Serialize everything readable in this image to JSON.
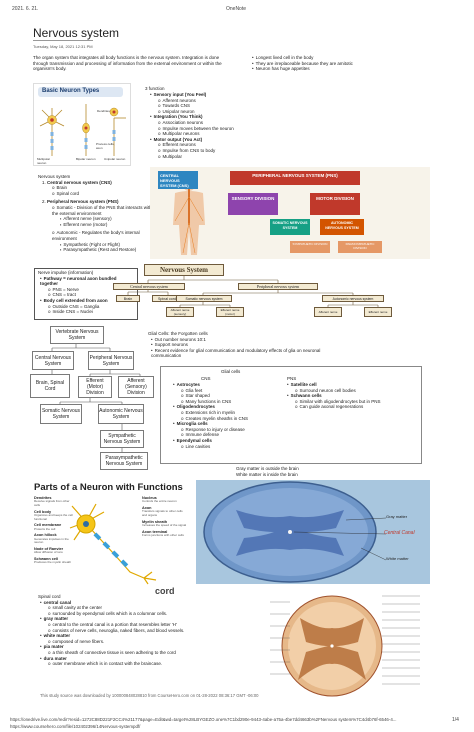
{
  "header": {
    "date": "2021. 6. 21.",
    "app": "OneNote"
  },
  "page": {
    "title": "Nervous system",
    "timestamp": "Tuesday, May 18, 2021    12:31 PM",
    "intro": "The organ system that integrates all body functions is the nervous system. Integration is done through transmission and processing of information from the external environment or within the organism's body.",
    "facts": [
      "Longest lived cell in the body",
      "They are irreplaceable because they are amitotic",
      "Neuron has huge appetites"
    ]
  },
  "neuron_types": {
    "title": "Basic Neuron Types",
    "labels": [
      "Dendrites",
      "Multipolar neuron",
      "Bipolar neuron",
      "Unipolar neuron",
      "Process cells, axon"
    ]
  },
  "function_list": {
    "title": "3 function",
    "items": [
      {
        "level": 1,
        "text": "Sensory input (You Feel)"
      },
      {
        "level": 2,
        "text": "Afferent neurons"
      },
      {
        "level": 2,
        "text": "Towards CNS"
      },
      {
        "level": 2,
        "text": "Unipolar neuron"
      },
      {
        "level": 1,
        "text": "Integration (You Think)"
      },
      {
        "level": 2,
        "text": "Association neurons"
      },
      {
        "level": 2,
        "text": "Impulse moves between the neuron"
      },
      {
        "level": 2,
        "text": "Multipolar neurons"
      },
      {
        "level": 1,
        "text": "Motor output (You Act)"
      },
      {
        "level": 2,
        "text": "Efferent neurons"
      },
      {
        "level": 2,
        "text": "Impulse from CNS to body"
      },
      {
        "level": 2,
        "text": "Multipolar"
      }
    ]
  },
  "ns_outline": {
    "heading": "Nervous system",
    "cns": "Central nervous system (CNS)",
    "cns_items": [
      "Brain",
      "Spinal cord"
    ],
    "pns": "Peripheral Nervous system (PNS)",
    "somatic": "Somatic - Division of the PNS that interacts with the external environment",
    "somatic_items": [
      "Afferent nerve (sensory)",
      "Efferent nerve (motor)"
    ],
    "autonomic": "Autonomic - Regulates the body's internal environment",
    "autonomic_items": [
      "Sympathetic (Fight or Flight)",
      "Parasympathetic (Rest and Restore)"
    ]
  },
  "division_diagram": {
    "central": "CENTRAL NERVOUS SYSTEM (CNS)",
    "peripheral": "PERIPHERAL NERVOUS SYSTEM (PNS)",
    "sensory": "SENSORY DIVISION",
    "motor": "MOTOR DIVISION",
    "somatic": "SOMATIC NERVOUS SYSTEM",
    "autonomic": "AUTONOMIC NERVOUS SYSTEM",
    "sympathetic": "SYMPATHETIC DIVISION",
    "parasympathetic": "PARASYMPATHETIC DIVISION"
  },
  "impulse": {
    "title": "Nerve impulse (information)",
    "items": [
      {
        "level": 1,
        "text": "Pathway = neuronal axon bundled together"
      },
      {
        "level": 2,
        "text": "PNS = Nerve"
      },
      {
        "level": 2,
        "text": "CNS = tract"
      },
      {
        "level": 1,
        "text": "Body cell extended from axon"
      },
      {
        "level": 2,
        "text": "Outside CNS = Ganglia"
      },
      {
        "level": 2,
        "text": "Inside CNS = Nuclei"
      }
    ]
  },
  "ns_chart": {
    "title": "Nervous System",
    "cns": "Central nervous system",
    "pns": "Peripheral nervous system",
    "brain": "Brain",
    "spinal": "Spinal cord",
    "somatic": "Somatic nervous system",
    "autonomic": "Autonomic nervous system",
    "aff1": "Afferent nerve (sensory)",
    "eff1": "Efferent nerve (motor)",
    "aff2": "Afferent nerve",
    "eff2": "Efferent nerve"
  },
  "glial": {
    "title": "Glial Cells: the Forgotten cells",
    "items": [
      "Out number neurons 10:1",
      "Support neurons",
      "Recent evidence for glial communication and modulatory effects of glia on neuronal communication"
    ]
  },
  "vertebrate": {
    "root": "Vertebrate Nervous System",
    "cns": "Central Nervous System",
    "pns": "Peripheral Nervous System",
    "brain": "Brain, Spinal Cord",
    "efferent": "Efferent (Motor) Division",
    "afferent": "Afferent (Sensory) Division",
    "somatic": "Somatic Nervous System",
    "autonomic": "Autonomic Nervous System",
    "sympathetic": "Sympathetic Nervous System",
    "parasympathetic": "Parasympathetic Nervous System"
  },
  "glial_cells": {
    "title": "Glial cells",
    "cns_label": "CNS",
    "pns_label": "PNS",
    "cns_items": [
      {
        "level": 1,
        "text": "Astrocytes"
      },
      {
        "level": 2,
        "text": "Glia feet"
      },
      {
        "level": 2,
        "text": "Star shaped"
      },
      {
        "level": 2,
        "text": "Many functions in CNS"
      },
      {
        "level": 1,
        "text": "Oligodendrocytes"
      },
      {
        "level": 2,
        "text": "Extensions rich in myelin"
      },
      {
        "level": 2,
        "text": "Creates myelin sheaths in CNS"
      },
      {
        "level": 1,
        "text": "Microglia cells"
      },
      {
        "level": 2,
        "text": "Response to injury or disease"
      },
      {
        "level": 2,
        "text": "Immune defense"
      },
      {
        "level": 1,
        "text": "Ependymal cells"
      },
      {
        "level": 2,
        "text": "Line cavities"
      }
    ],
    "pns_items": [
      {
        "level": 1,
        "text": "Satellite cell"
      },
      {
        "level": 2,
        "text": "Surround neuron cell bodies"
      },
      {
        "level": 1,
        "text": "Schwann cells"
      },
      {
        "level": 2,
        "text": "Similar with oligodendrocytes but in PNS"
      },
      {
        "level": 2,
        "text": "Can guide axonal regenerations"
      }
    ]
  },
  "matter_note": [
    "Gray matter is outside the brain",
    "White matter is inside the brain"
  ],
  "neuron_parts": {
    "title": "Parts of a Neuron with Functions",
    "labels": [
      {
        "name": "Dendrites",
        "desc": "Receive signals from other cells"
      },
      {
        "name": "Cell body",
        "desc": "Organizes and keeps the cell functional"
      },
      {
        "name": "Cell membrane",
        "desc": "Protects the cell"
      },
      {
        "name": "Axon hillock",
        "desc": "Generates impulses in the neuron"
      },
      {
        "name": "Node of Ranvier",
        "desc": "Allow diffusion of ions"
      },
      {
        "name": "Schwann cell",
        "desc": "Produces the myelin sheath"
      },
      {
        "name": "Nucleus",
        "desc": "Controls the entire neuron"
      },
      {
        "name": "Axon",
        "desc": "Transfers signals to other cells and organs"
      },
      {
        "name": "Myelin sheath",
        "desc": "Increases the speed of the signal"
      },
      {
        "name": "Axon terminal",
        "desc": "Forms junctions with other cells"
      }
    ]
  },
  "cord_labels": {
    "gray": "Gray matter",
    "central": "Central Canal",
    "white": "White matter",
    "title_fragment": "cord"
  },
  "spinal_cord": {
    "title": "Spinal cord",
    "items": [
      {
        "level": 1,
        "text": "central canal"
      },
      {
        "level": 2,
        "text": "small cavity at the center"
      },
      {
        "level": 2,
        "text": "surrounded by ependymal cells which is a columnar cells."
      },
      {
        "level": 1,
        "text": "gray matter"
      },
      {
        "level": 2,
        "text": "central to the central canal is a portion that resembles letter 'H'"
      },
      {
        "level": 2,
        "text": "consists of nerve cells, neuroglia, naked fibers, and blood vessels."
      },
      {
        "level": 1,
        "text": "white matter"
      },
      {
        "level": 2,
        "text": "composed of nerve fibers."
      },
      {
        "level": 1,
        "text": "pia mater"
      },
      {
        "level": 2,
        "text": "a thin sheath of connective tissue is seen adhering to the cord"
      },
      {
        "level": 1,
        "text": "dura mater"
      },
      {
        "level": 2,
        "text": "outer membrane which is in contact with the braincase."
      }
    ],
    "watermark": "This study source was downloaded by 100000848028810 from CourseHero.com on 01-28-2022 08:36:17 GMT -06:00"
  },
  "footer": {
    "url": "https://onedrive.live.com/redir?resid=1272C88D221F2CC4%21177&page=Edit&wd=target%28LBYGEZO.one%7C1bd290e-9443-4abe-a75a-4be7dd4663b%2FNervous system%7C4d4b76f-6546-4...",
    "page_num": "1/4",
    "course_hero": "https://www.coursehero.com/file/102402396/14Nervous-systempdf/"
  }
}
